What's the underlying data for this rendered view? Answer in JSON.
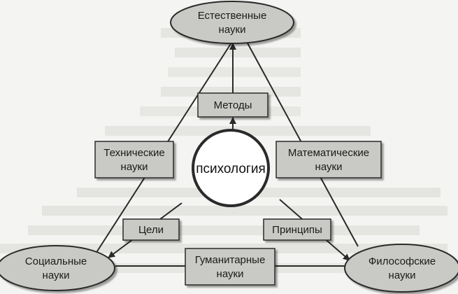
{
  "diagram": {
    "center": {
      "label": "психология"
    },
    "sciences": {
      "natural": [
        "Естественные",
        "науки"
      ],
      "social": [
        "Социальные",
        "науки"
      ],
      "philosophical": [
        "Философские",
        "науки"
      ]
    },
    "boxes": {
      "methods": [
        "Методы"
      ],
      "technical": [
        "Технические",
        "науки"
      ],
      "mathematical": [
        "Математические",
        "науки"
      ],
      "goals": [
        "Цели"
      ],
      "principles": [
        "Принципы"
      ],
      "humanitarian": [
        "Гуманитарные",
        "науки"
      ]
    }
  },
  "colors": {
    "fill": "#c9c9c5",
    "stroke": "#2a2a2a",
    "centerFill": "#ffffff",
    "background": "#f4f4f2"
  }
}
